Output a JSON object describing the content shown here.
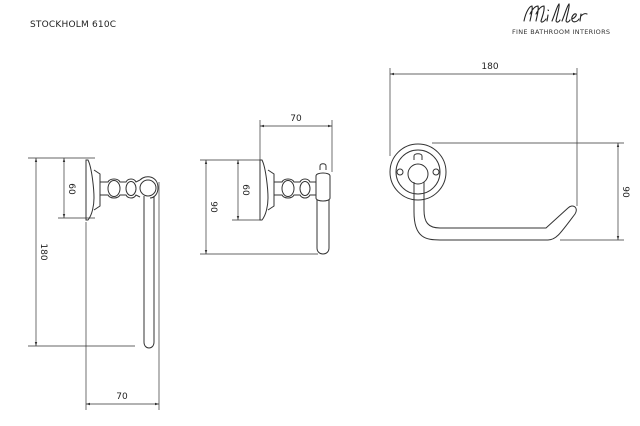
{
  "header": {
    "title": "STOCKHOLM 610C"
  },
  "brand": {
    "logo": "Miller",
    "tagline": "FINE BATHROOM INTERIORS"
  },
  "views": {
    "front": {
      "height_dim": "180",
      "base_height_dim": "60",
      "width_dim": "70"
    },
    "side": {
      "depth_dim": "70",
      "height_dim": "90",
      "base_height_dim": "60"
    },
    "top": {
      "width_dim": "180",
      "height_dim": "90"
    }
  },
  "colors": {
    "line": "#333333",
    "text": "#222222"
  }
}
